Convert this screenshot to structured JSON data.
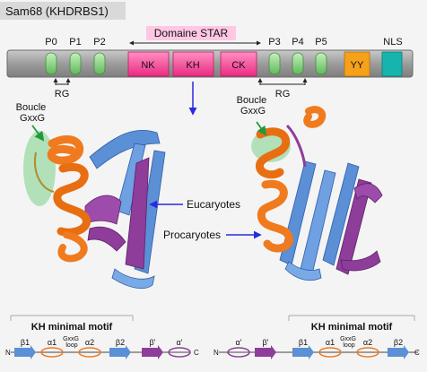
{
  "title": "Sam68 (KHDRBS1)",
  "domain_label": "Domaine STAR",
  "domains": {
    "nk": "NK",
    "kh": "KH",
    "ck": "CK",
    "yy": "YY",
    "p0": "P0",
    "p1": "P1",
    "p2": "P2",
    "p3": "P3",
    "p4": "P4",
    "p5": "P5",
    "nls": "NLS"
  },
  "rg_left": "RG",
  "rg_right": "RG",
  "loop_label_left": "Boucle\nGxxG",
  "loop_label_right": "Boucle\nGxxG",
  "eucaryotes": "Eucaryotes",
  "procaryotes": "Procaryotes",
  "motif_title_left": "KH minimal motif",
  "motif_title_right": "KH minimal motif",
  "topology_left": {
    "n": "N",
    "c": "C",
    "b1": "β1",
    "a1": "α1",
    "loop": "GxxG\nloop",
    "a2": "α2",
    "b2": "β2",
    "bp": "β'",
    "ap": "α'"
  },
  "topology_right": {
    "n": "N",
    "c": "C",
    "ap": "α'",
    "bp": "β'",
    "b1": "β1",
    "a1": "α1",
    "loop": "GxxG\nloop",
    "a2": "α2",
    "b2": "β2"
  },
  "colors": {
    "bar": "#9a9a9a",
    "pill": "#8fd18a",
    "nk": "#ff4fa0",
    "kh": "#ff4fa0",
    "ck": "#ff4fa0",
    "yy": "#f5a11a",
    "nls": "#16b4ad",
    "helix": "#f07a1e",
    "strand": "#5b8fd6",
    "purple": "#8e3d9b",
    "arrow": "#2a2ae0",
    "loop_bg": "#9bd9a5",
    "loop_arrow": "#1f9a3a",
    "title_bg": "#d9d9d9"
  }
}
